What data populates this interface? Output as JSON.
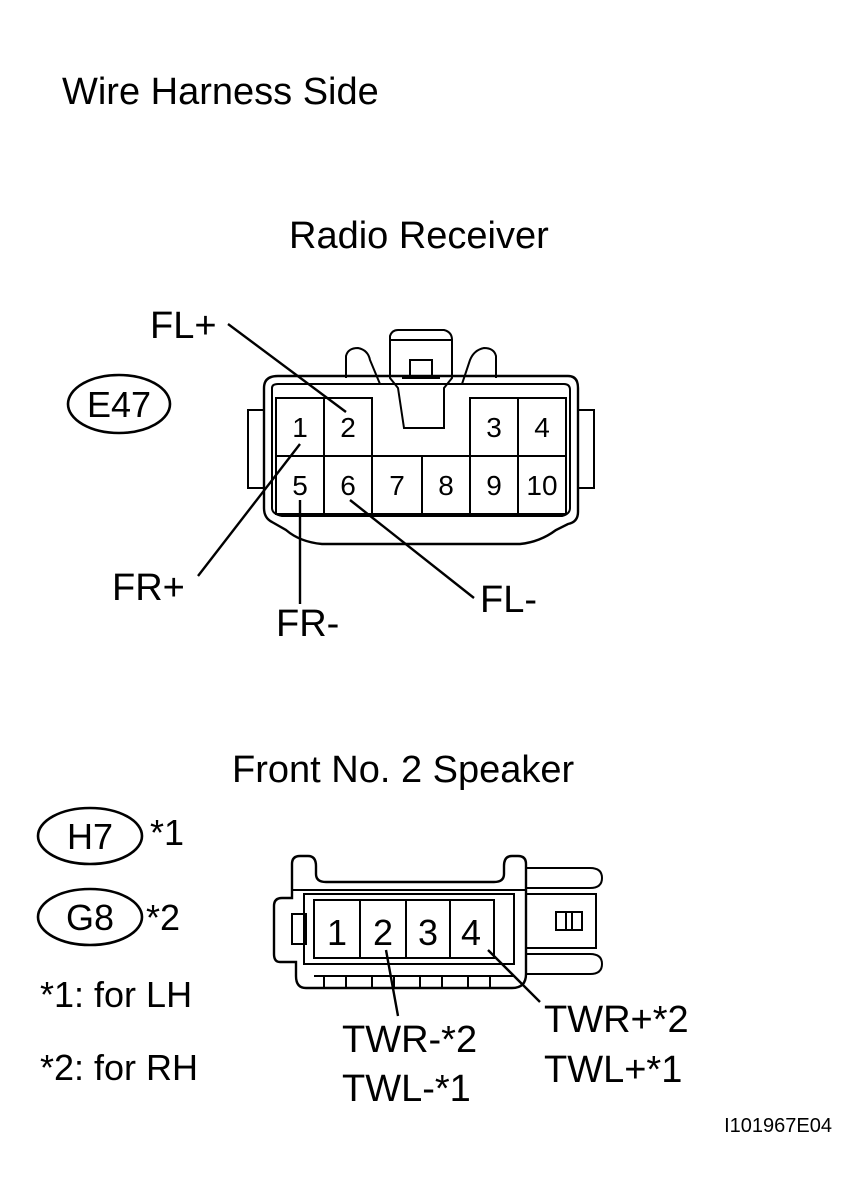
{
  "title": "Wire Harness Side",
  "radio_receiver": {
    "title": "Radio Receiver",
    "connector_code": "E47",
    "pins_top": [
      "1",
      "2",
      "3",
      "4"
    ],
    "pins_bottom": [
      "5",
      "6",
      "7",
      "8",
      "9",
      "10"
    ],
    "callouts": {
      "fl_plus": "FL+",
      "fr_plus": "FR+",
      "fr_minus": "FR-",
      "fl_minus": "FL-"
    }
  },
  "front_speaker": {
    "title": "Front No. 2 Speaker",
    "connectors": [
      {
        "code": "H7",
        "marker": "*1"
      },
      {
        "code": "G8",
        "marker": "*2"
      }
    ],
    "notes": [
      "*1: for LH",
      "*2: for RH"
    ],
    "pins": [
      "1",
      "2",
      "3",
      "4"
    ],
    "callouts": {
      "minus_line1": "TWR-*2",
      "minus_line2": "TWL-*1",
      "plus_line1": "TWR+*2",
      "plus_line2": "TWL+*1"
    }
  },
  "figure_code": "I101967E04"
}
